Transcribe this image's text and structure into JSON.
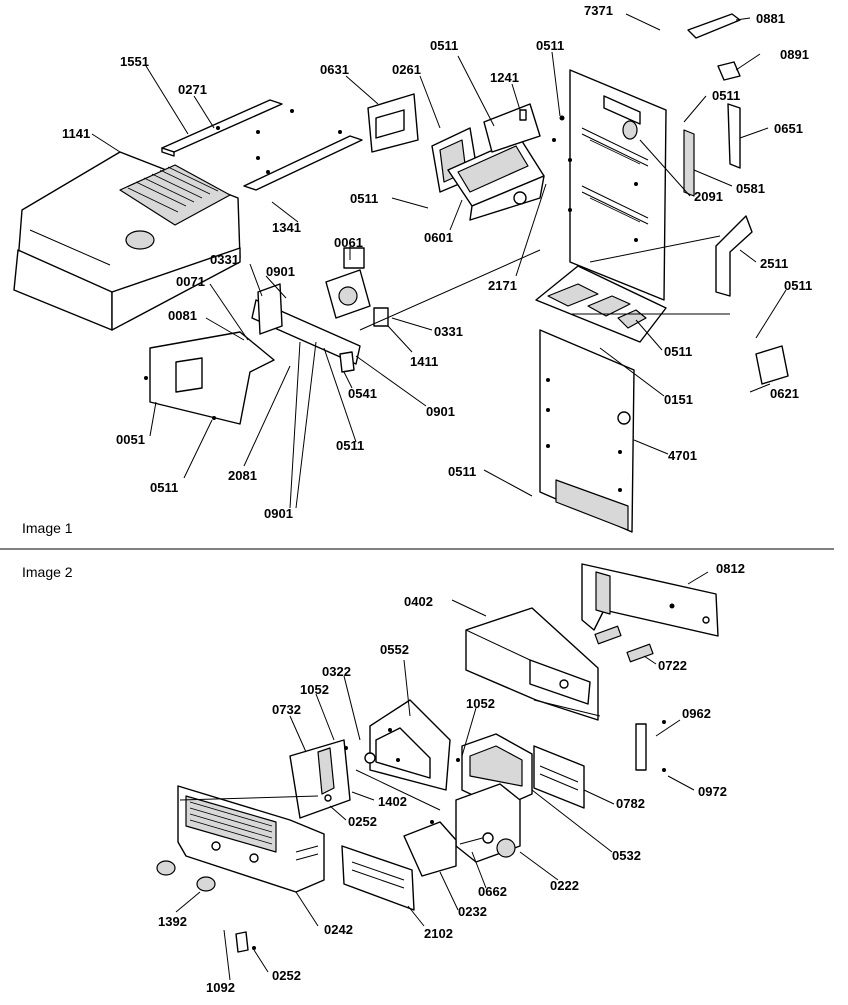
{
  "captions": {
    "image1": "Image 1",
    "image2": "Image 2"
  },
  "labels": [
    {
      "id": "7371",
      "text": "7371"
    },
    {
      "id": "0881",
      "text": "0881"
    },
    {
      "id": "0891",
      "text": "0891"
    },
    {
      "id": "0511a",
      "text": "0511"
    },
    {
      "id": "0511b",
      "text": "0511"
    },
    {
      "id": "0511c",
      "text": "0511"
    },
    {
      "id": "0651",
      "text": "0651"
    },
    {
      "id": "1551",
      "text": "1551"
    },
    {
      "id": "0271",
      "text": "0271"
    },
    {
      "id": "0631",
      "text": "0631"
    },
    {
      "id": "0261",
      "text": "0261"
    },
    {
      "id": "1241",
      "text": "1241"
    },
    {
      "id": "1141",
      "text": "1141"
    },
    {
      "id": "2091",
      "text": "2091"
    },
    {
      "id": "0581",
      "text": "0581"
    },
    {
      "id": "0511d",
      "text": "0511"
    },
    {
      "id": "1341",
      "text": "1341"
    },
    {
      "id": "0601",
      "text": "0601"
    },
    {
      "id": "0061",
      "text": "0061"
    },
    {
      "id": "2171",
      "text": "2171"
    },
    {
      "id": "2511",
      "text": "2511"
    },
    {
      "id": "0331a",
      "text": "0331"
    },
    {
      "id": "0901a",
      "text": "0901"
    },
    {
      "id": "0071",
      "text": "0071"
    },
    {
      "id": "0511e",
      "text": "0511"
    },
    {
      "id": "0331b",
      "text": "0331"
    },
    {
      "id": "0081",
      "text": "0081"
    },
    {
      "id": "1411",
      "text": "1411"
    },
    {
      "id": "0511f",
      "text": "0511"
    },
    {
      "id": "0541",
      "text": "0541"
    },
    {
      "id": "0621",
      "text": "0621"
    },
    {
      "id": "0901b",
      "text": "0901"
    },
    {
      "id": "0151",
      "text": "0151"
    },
    {
      "id": "0051",
      "text": "0051"
    },
    {
      "id": "0511g",
      "text": "0511"
    },
    {
      "id": "4701",
      "text": "4701"
    },
    {
      "id": "2081",
      "text": "2081"
    },
    {
      "id": "0511h",
      "text": "0511"
    },
    {
      "id": "0511i",
      "text": "0511"
    },
    {
      "id": "0901c",
      "text": "0901"
    },
    {
      "id": "0812",
      "text": "0812"
    },
    {
      "id": "0402",
      "text": "0402"
    },
    {
      "id": "0722",
      "text": "0722"
    },
    {
      "id": "0552",
      "text": "0552"
    },
    {
      "id": "0322",
      "text": "0322"
    },
    {
      "id": "1052a",
      "text": "1052"
    },
    {
      "id": "1052b",
      "text": "1052"
    },
    {
      "id": "0732",
      "text": "0732"
    },
    {
      "id": "0962",
      "text": "0962"
    },
    {
      "id": "0972",
      "text": "0972"
    },
    {
      "id": "1402",
      "text": "1402"
    },
    {
      "id": "0782",
      "text": "0782"
    },
    {
      "id": "0252a",
      "text": "0252"
    },
    {
      "id": "0532",
      "text": "0532"
    },
    {
      "id": "0222",
      "text": "0222"
    },
    {
      "id": "0662",
      "text": "0662"
    },
    {
      "id": "1392",
      "text": "1392"
    },
    {
      "id": "0232",
      "text": "0232"
    },
    {
      "id": "0242",
      "text": "0242"
    },
    {
      "id": "2102",
      "text": "2102"
    },
    {
      "id": "0252b",
      "text": "0252"
    },
    {
      "id": "1092",
      "text": "1092"
    }
  ]
}
